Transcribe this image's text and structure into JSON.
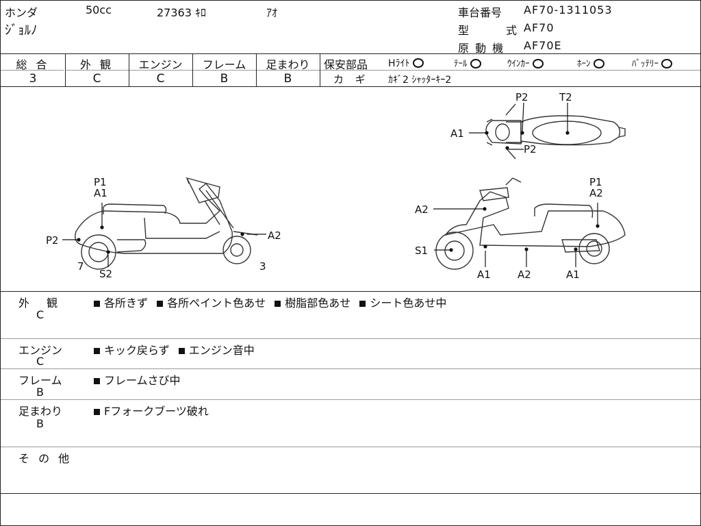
{
  "header": {
    "maker": "ホンダ",
    "displacement": "50cc",
    "mileage": "27363 ｷﾛ",
    "color": "ｱｵ",
    "model_name": "ｼﾞｮﾙﾉ",
    "frame_no_label": "車台番号",
    "frame_no": "AF70-1311053",
    "type_label_1": "型",
    "type_label_2": "式",
    "type_value": "AF70",
    "engine_label": "原 動 機",
    "engine_value": "AF70E"
  },
  "grades": [
    {
      "label": "総 合",
      "value": "3"
    },
    {
      "label": "外 観",
      "value": "C"
    },
    {
      "label": "エンジン",
      "value": "C"
    },
    {
      "label": "フレーム",
      "value": "B"
    },
    {
      "label": "足まわり",
      "value": "B"
    }
  ],
  "safety": {
    "label": "保安部品",
    "items": [
      {
        "name": "Hﾗｲﾄ",
        "mark": "circle"
      },
      {
        "name": "ﾃｰﾙ",
        "mark": "circle"
      },
      {
        "name": "ｳｲﾝｶｰ",
        "mark": "circle"
      },
      {
        "name": "ﾎｰﾝ",
        "mark": "circle"
      },
      {
        "name": "ﾊﾞｯﾃﾘｰ",
        "mark": "circle"
      }
    ],
    "key_label": "カ ギ",
    "key_value": "ｶｷﾞ2 ｼｬｯﾀｰｷｰ2"
  },
  "diagram_labels": {
    "top": {
      "a1": "A1",
      "p2a": "P2",
      "t2": "T2",
      "p2b": "P2"
    },
    "left": {
      "p1": "P1",
      "a1": "A1",
      "p2": "P2",
      "a2": "A2",
      "n7": "7",
      "s2": "S2",
      "n3": "3"
    },
    "right": {
      "a2": "A2",
      "s1": "S1",
      "a1a": "A1",
      "a2b": "A2",
      "a1b": "A1",
      "p1": "P1",
      "a2c": "A2"
    }
  },
  "remarks": [
    {
      "category": "外 観",
      "grade": "C",
      "notes": [
        "各所きず",
        "各所ペイント色あせ",
        "樹脂部色あせ",
        "シート色あせ中"
      ]
    },
    {
      "category": "エンジン",
      "grade": "C",
      "notes": [
        "キック戻らず",
        "エンジン音中"
      ]
    },
    {
      "category": "フレーム",
      "grade": "B",
      "notes": [
        "フレームさび中"
      ]
    },
    {
      "category": "足まわり",
      "grade": "B",
      "notes": [
        "Fフォークブーツ破れ"
      ]
    }
  ],
  "other_label": "そ の 他"
}
